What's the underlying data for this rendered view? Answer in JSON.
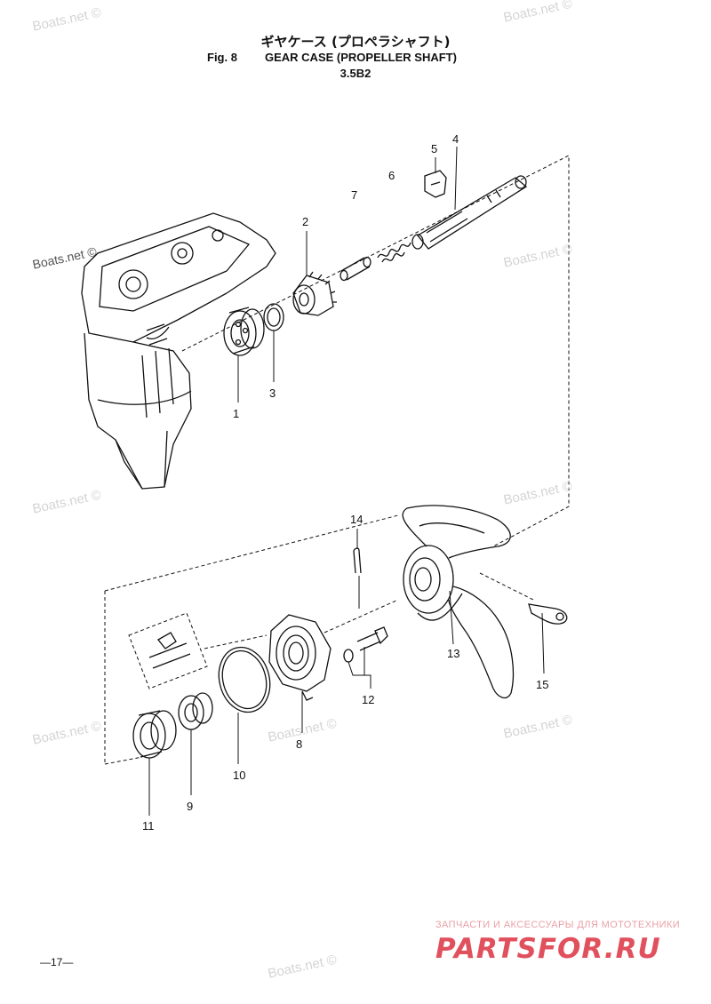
{
  "header": {
    "title_jp": "ギヤケース (プロペラシャフト)",
    "fig_label": "Fig. 8",
    "title_en": "GEAR CASE (PROPELLER SHAFT)",
    "model": "3.5B2"
  },
  "watermarks": [
    "Boats.net ©",
    "Boats.net ©",
    "Boats.net ©",
    "Boats.net ©",
    "Boats.net ©",
    "Boats.net ©",
    "Boats.net ©",
    "Boats.net ©",
    "Boats.net ©",
    "Boats.net ©"
  ],
  "callouts": [
    "1",
    "2",
    "3",
    "4",
    "5",
    "6",
    "7",
    "8",
    "9",
    "10",
    "11",
    "12",
    "13",
    "14",
    "15"
  ],
  "footer": {
    "page_number": "—17—",
    "brand_subtitle": "ЗАПЧАСТИ И АКСЕССУАРЫ ДЛЯ МОТОТЕХНИКИ",
    "brand_name": "PARTSFOR.RU"
  }
}
